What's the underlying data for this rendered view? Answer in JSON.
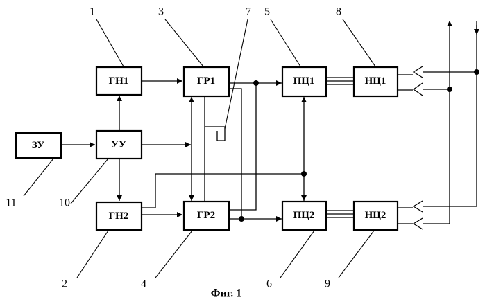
{
  "blocks": {
    "zu": "ЗУ",
    "uu": "УУ",
    "gn1": "ГН1",
    "gn2": "ГН2",
    "gr1": "ГР1",
    "gr2": "ГР2",
    "pts1": "ПЦ1",
    "pts2": "ПЦ2",
    "nts1": "НЦ1",
    "nts2": "НЦ2"
  },
  "refs": {
    "n1": "1",
    "n2": "2",
    "n3": "3",
    "n4": "4",
    "n5": "5",
    "n6": "6",
    "n7": "7",
    "n8": "8",
    "n9": "9",
    "n10": "10",
    "n11": "11"
  },
  "caption": "Фиг. 1"
}
